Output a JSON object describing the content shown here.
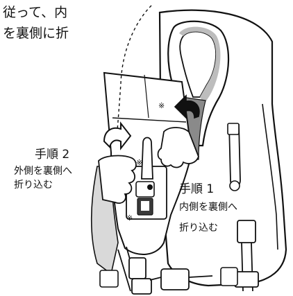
{
  "top_note": {
    "line1": "従って、内",
    "line2": "を裏側に折"
  },
  "step2": {
    "title": "手順 2",
    "line1": "外側を裏側へ",
    "line2": "折り込む"
  },
  "step1": {
    "title": "手順 1",
    "line1": "内側を裏側へ",
    "line2": "折り込む"
  },
  "colors": {
    "line": "#111111",
    "fill": "#ffffff",
    "shade": "#bdbdbd",
    "dark_shade": "#5a5a5a"
  }
}
